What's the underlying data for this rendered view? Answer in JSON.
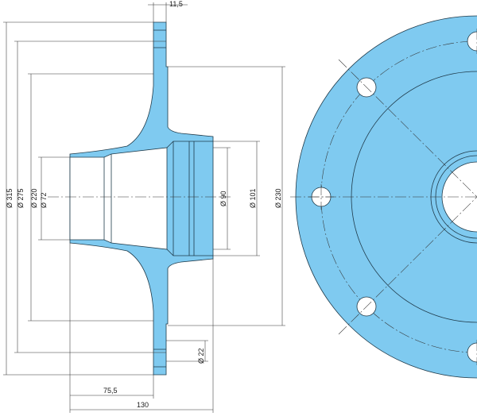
{
  "drawing": {
    "part_fill": "#7fcaf0",
    "line_color": "#1f3a4a",
    "dimensions": {
      "flange_thickness": "11,5",
      "d315": "Ø 315",
      "d275": "Ø 275",
      "d220": "Ø 220",
      "d72": "Ø 72",
      "d90": "Ø 90",
      "d101": "Ø 101",
      "d230": "Ø 230",
      "d22": "Ø 22",
      "len_755": "75,5",
      "len_130": "130"
    }
  }
}
